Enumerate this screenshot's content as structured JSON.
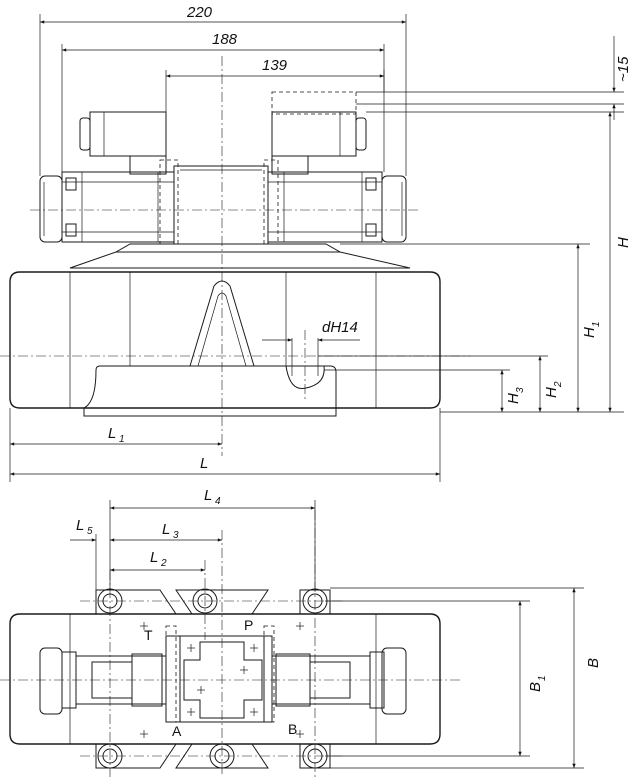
{
  "dimensions": {
    "d220": "220",
    "d188": "188",
    "d139": "139",
    "d15": "~15",
    "H": "H",
    "H1": "H",
    "H1_sub": "1",
    "H2": "H",
    "H2_sub": "2",
    "H3": "H",
    "H3_sub": "3",
    "dH14": "dH14",
    "L": "L",
    "L1": "L",
    "L1_sub": "1",
    "L2": "L",
    "L2_sub": "2",
    "L3": "L",
    "L3_sub": "3",
    "L4": "L",
    "L4_sub": "4",
    "L5": "L",
    "L5_sub": "5",
    "B": "B",
    "B1": "B",
    "B1_sub": "1"
  },
  "ports": {
    "T": "T",
    "P": "P",
    "A": "A",
    "B": "B"
  }
}
